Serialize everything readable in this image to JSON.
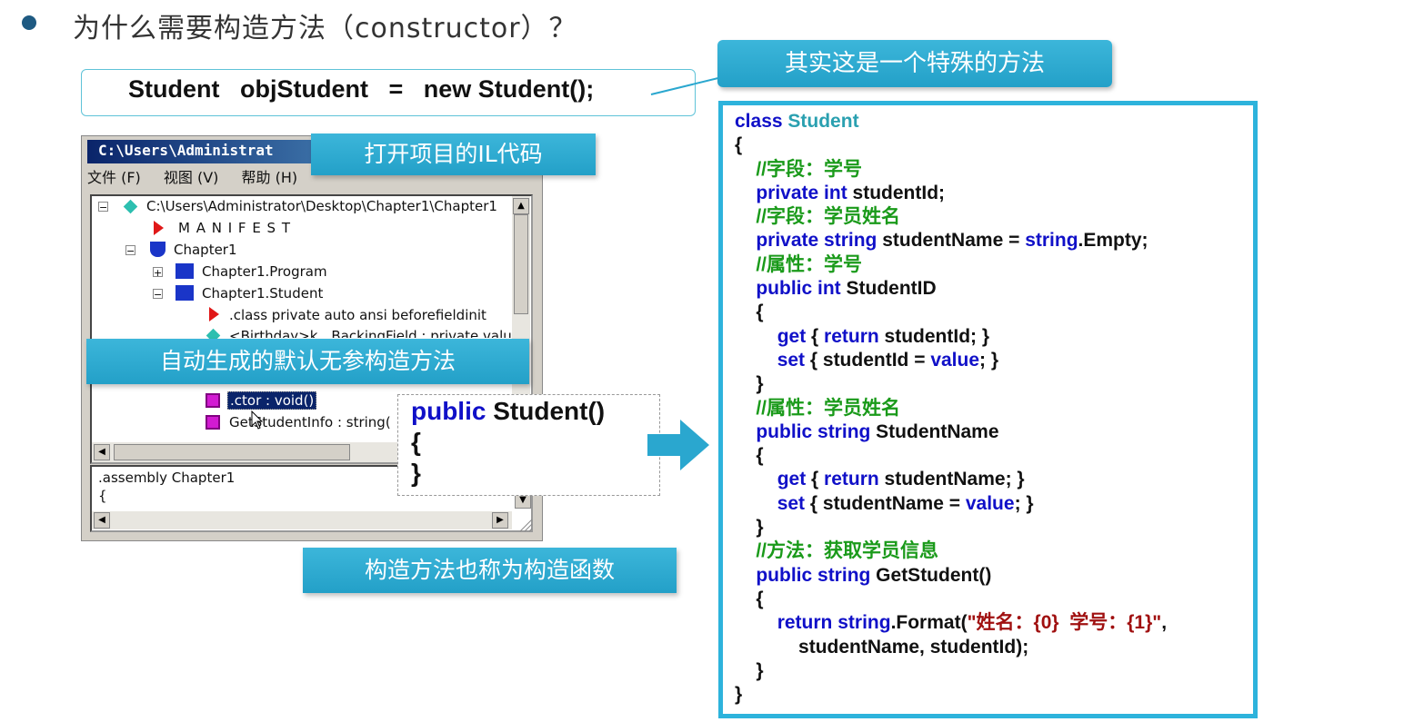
{
  "slide": {
    "title": "为什么需要构造方法（constructor）？",
    "statement": "Student   objStudent   =   new Student();"
  },
  "callouts": {
    "special_method": "其实这是一个特殊的方法",
    "open_il": "打开项目的IL代码",
    "auto_default": "自动生成的默认无参构造方法",
    "ctor_alias": "构造方法也称为构造函数"
  },
  "ildasm": {
    "title": "C:\\Users\\Administrat",
    "menu": [
      "文件 (F)",
      "视图 (V)",
      "帮助 (H)"
    ],
    "tree": [
      {
        "label": "C:\\Users\\Administrator\\Desktop\\Chapter1\\Chapter1"
      },
      {
        "label": "M A N I F E S T"
      },
      {
        "label": "Chapter1"
      },
      {
        "label": "Chapter1.Program"
      },
      {
        "label": "Chapter1.Student"
      },
      {
        "label": ".class private auto ansi beforefieldinit"
      },
      {
        "label": "<Birthday>k__BackingField : private valu"
      },
      {
        "label": ".ctor : void()"
      },
      {
        "label": "GetStudentInfo : string("
      }
    ],
    "il_bottom": ".assembly Chapter1\n{"
  },
  "ctor_snippet": {
    "keyword": "public",
    "name": "Student()",
    "open": "{",
    "close": "}"
  },
  "code": {
    "class_kw": "class",
    "class_name": "Student",
    "lines": {
      "open": "{",
      "c1": "//字段：学号",
      "f1_kw": "private int",
      "f1_rest": " studentId;",
      "c2": "//字段：学员姓名",
      "f2_kw": "private string",
      "f2_mid": " studentName = ",
      "f2_kw2": "string",
      "f2_end": ".Empty;",
      "c3": "//属性：学号",
      "p1_kw": "public int",
      "p1_rest": " StudentID",
      "b_open": "{",
      "get_kw": "get",
      "brace_l": " { ",
      "return_kw": "return",
      "get1_rest": " studentId; }",
      "set_kw": "set",
      "set1_mid": " { studentId = ",
      "value_kw": "value",
      "set_end": "; }",
      "b_close": "}",
      "c4": "//属性：学员姓名",
      "p2_kw": "public string",
      "p2_rest": " StudentName",
      "get2_rest": " studentName; }",
      "set2_mid": " { studentName = ",
      "c5": "//方法：获取学员信息",
      "m_kw": "public string",
      "m_rest": " GetStudent()",
      "ret_kw": "return",
      "ret_kw2": "string",
      "ret_mid": ".Format(",
      "ret_str": "\"姓名：{0}  学号：{1}\"",
      "ret_end": ",",
      "ret_args": "studentName, studentId);",
      "close": "}"
    }
  }
}
